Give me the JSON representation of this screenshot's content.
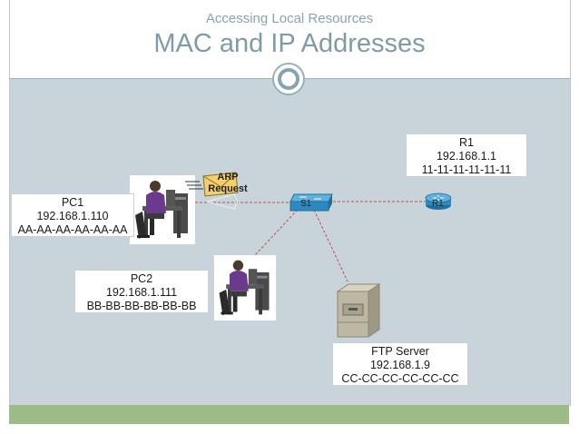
{
  "header": {
    "subtitle": "Accessing Local Resources",
    "title": "MAC and IP Addresses"
  },
  "devices": {
    "pc1": {
      "name": "PC1",
      "ip": "192.168.1.110",
      "mac": "AA-AA-AA-AA-AA-AA"
    },
    "pc2": {
      "name": "PC2",
      "ip": "192.168.1.111",
      "mac": "BB-BB-BB-BB-BB-BB"
    },
    "r1": {
      "name": "R1",
      "ip": "192.168.1.1",
      "mac": "11-11-11-11-11-11",
      "icon_label": "R1"
    },
    "s1": {
      "icon_label": "S1"
    },
    "ftp": {
      "name": "FTP Server",
      "ip": "192.168.1.9",
      "mac": "CC-CC-CC-CC-CC-CC"
    }
  },
  "arp": {
    "line1": "ARP",
    "line2": "Request"
  },
  "icons": [
    "ring-icon",
    "pc-user-icon",
    "switch-icon",
    "router-icon",
    "server-icon",
    "envelope-icon"
  ],
  "colors": {
    "background": "#c9d4da",
    "footer": "#9dbb86",
    "title": "#7f9ba6",
    "link": "#c0504d",
    "switch": "#2d8ac0"
  }
}
